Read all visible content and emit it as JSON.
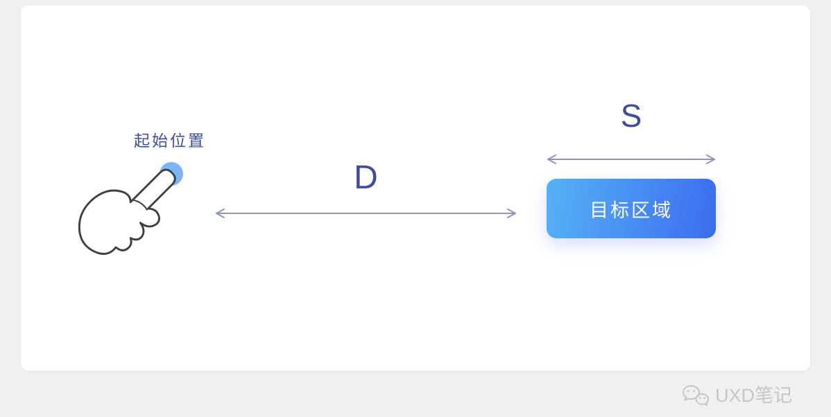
{
  "colors": {
    "page-bg": "#f0f0f2",
    "card-bg": "#ffffff",
    "label": "#3e4d9e",
    "arrow": "#8d95ba",
    "dot": "#7db3f7",
    "target-grad-1": "#55b2f6",
    "target-grad-2": "#3c6cf0",
    "target-text": "#ffffff",
    "watermark": "#c6c6c8",
    "hand-stroke": "#3f3f3f"
  },
  "diagram": {
    "start_label": "起始位置",
    "distance_label": "D",
    "size_label": "S",
    "target_label": "目标区域"
  },
  "watermark": {
    "text": "UXD笔记"
  }
}
